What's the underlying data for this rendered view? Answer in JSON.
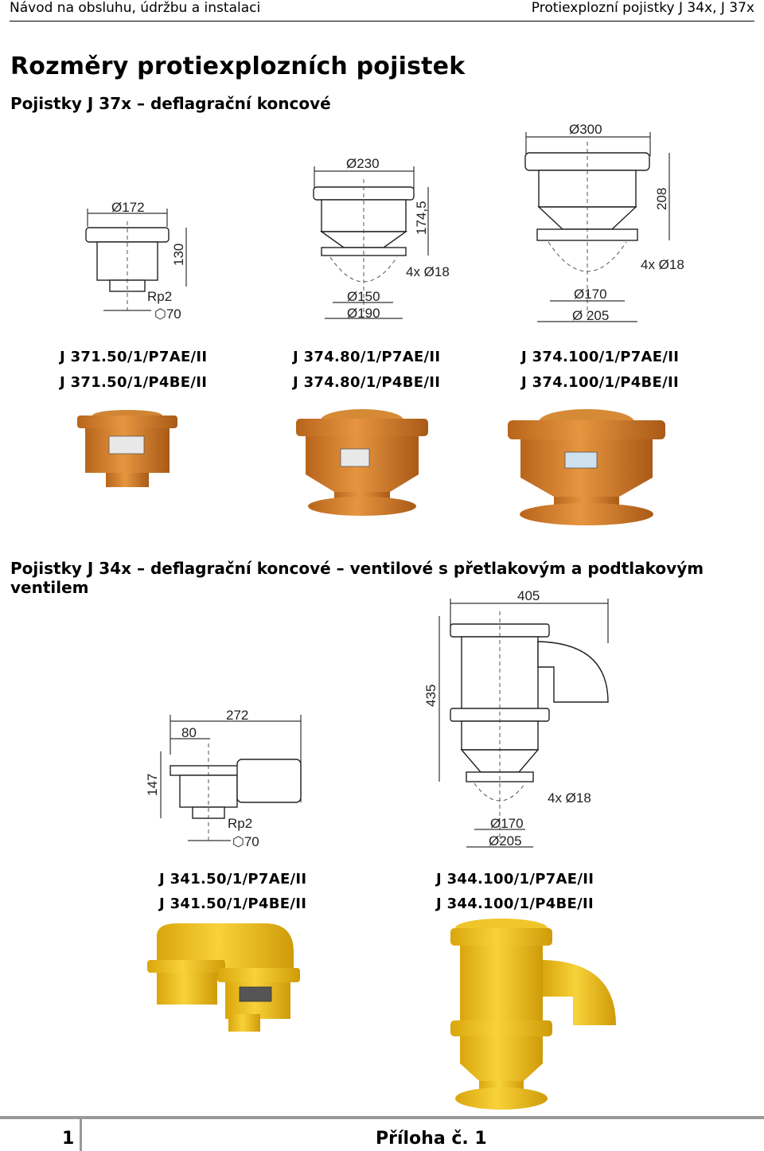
{
  "header": {
    "left": "Návod na obsluhu, údržbu a instalaci",
    "right": "Protiexplozní pojistky J 34x, J 37x"
  },
  "page_title": "Rozměry protiexplozních pojistek",
  "section1": {
    "heading": "Pojistky J 37x – deflagrační koncové",
    "products": [
      {
        "code1": "J 371.50/1/P7AE/II",
        "code2": "J 371.50/1/P4BE/II",
        "dims": {
          "top": "Ø172",
          "height": "130",
          "thread": "Rp2",
          "hex": "⬡70"
        }
      },
      {
        "code1": "J 374.80/1/P7AE/II",
        "code2": "J 374.80/1/P4BE/II",
        "dims": {
          "top": "Ø230",
          "height": "174,5",
          "holes": "4x Ø18",
          "d1": "Ø150",
          "d2": "Ø190"
        }
      },
      {
        "code1": "J 374.100/1/P7AE/II",
        "code2": "J 374.100/1/P4BE/II",
        "dims": {
          "top": "Ø300",
          "height": "208",
          "holes": "4x Ø18",
          "d1": "Ø170",
          "d2": "Ø 205"
        }
      }
    ]
  },
  "section2": {
    "heading": "Pojistky J 34x – deflagrační koncové – ventilové s přetlakovým a podtlakovým ventilem",
    "products": [
      {
        "code1": "J 341.50/1/P7AE/II",
        "code2": "J 341.50/1/P4BE/II",
        "dims": {
          "width": "272",
          "offset": "80",
          "height": "147",
          "thread": "Rp2",
          "hex": "⬡70"
        }
      },
      {
        "code1": "J 344.100/1/P7AE/II",
        "code2": "J 344.100/1/P4BE/II",
        "dims": {
          "width": "405",
          "height": "435",
          "holes": "4x Ø18",
          "d1": "Ø170",
          "d2": "Ø205"
        }
      }
    ]
  },
  "footer": {
    "page": "1",
    "attachment": "Příloha č. 1"
  },
  "colors": {
    "orange_product": "#d9822b",
    "yellow_product": "#f2c21a",
    "rule": "#999999"
  }
}
